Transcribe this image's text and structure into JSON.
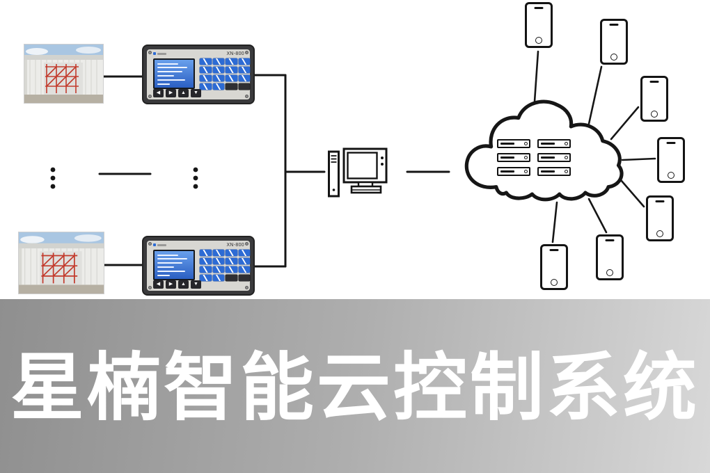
{
  "banner": {
    "title": "星楠智能云控制系统"
  },
  "controllers": [
    {
      "model": "XN-800"
    },
    {
      "model": "XN-800"
    }
  ],
  "counts": {
    "sites": 2,
    "controllers": 2,
    "servers": 6,
    "phones": 7,
    "keypad_keys": 16
  },
  "icons": {
    "site": "greenhouse-shed-photo",
    "controller": "xn800-control-panel",
    "pc": "desktop-computer",
    "cloud": "cloud-with-servers",
    "server": "server-rack-unit",
    "phone": "smartphone",
    "ellipsis": "vertical-ellipsis",
    "nav_arrows": [
      "◀",
      "▶",
      "▲",
      "▼"
    ]
  },
  "colors": {
    "line": "#161616",
    "screen_blue_top": "#69a0ec",
    "screen_blue_bottom": "#2b5fc2",
    "key_blue": "#2d6bd4",
    "banner_left": "#8f8f8f",
    "banner_right": "#d8d8d8",
    "banner_text": "#ffffff",
    "photo_sky": "#a9c6e2",
    "photo_frame_red": "#c23a2c"
  }
}
